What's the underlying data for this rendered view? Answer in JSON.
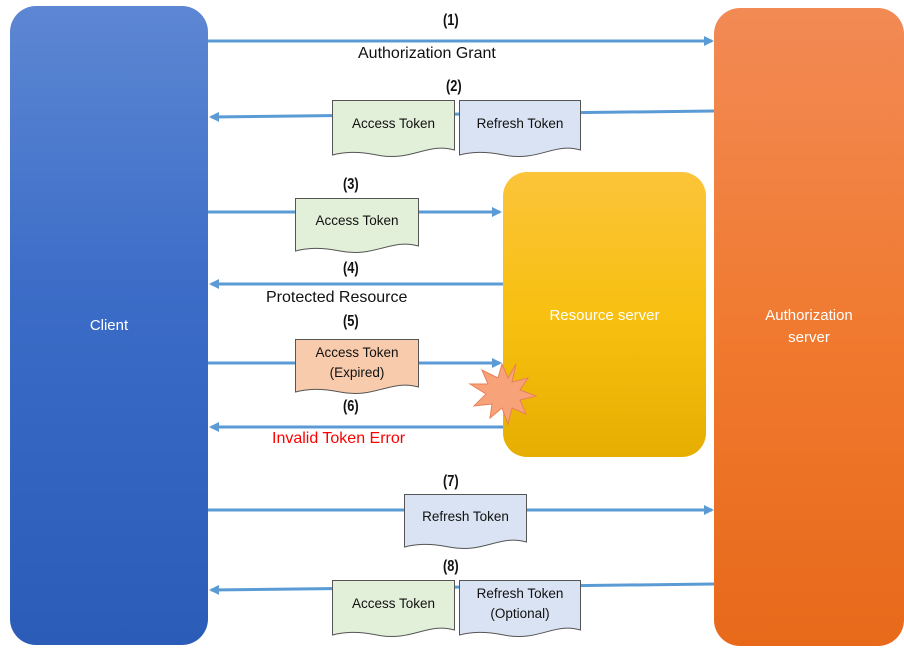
{
  "nodes": {
    "client": "Client",
    "authorization_server": "Authorization\nserver",
    "resource_server": "Resource server"
  },
  "steps": {
    "s1": {
      "num": "(1)",
      "label": "Authorization Grant"
    },
    "s2": {
      "num": "(2)",
      "doc_a": "Access Token",
      "doc_b": "Refresh Token"
    },
    "s3": {
      "num": "(3)",
      "doc_a": "Access Token"
    },
    "s4": {
      "num": "(4)",
      "label": "Protected Resource"
    },
    "s5": {
      "num": "(5)",
      "doc_a_line1": "Access Token",
      "doc_a_line2": "(Expired)"
    },
    "s6": {
      "num": "(6)",
      "label": "Invalid Token Error"
    },
    "s7": {
      "num": "(7)",
      "doc_a": "Refresh Token"
    },
    "s8": {
      "num": "(8)",
      "doc_a": "Access Token",
      "doc_b_line1": "Refresh Token",
      "doc_b_line2": "(Optional)"
    }
  },
  "colors": {
    "arrow": "#5b9bd5",
    "access_doc": "#e2efd9",
    "refresh_doc": "#dae3f3",
    "expired_doc": "#f8cbad",
    "error_text": "#ff0000",
    "burst": "#f8a27a"
  }
}
